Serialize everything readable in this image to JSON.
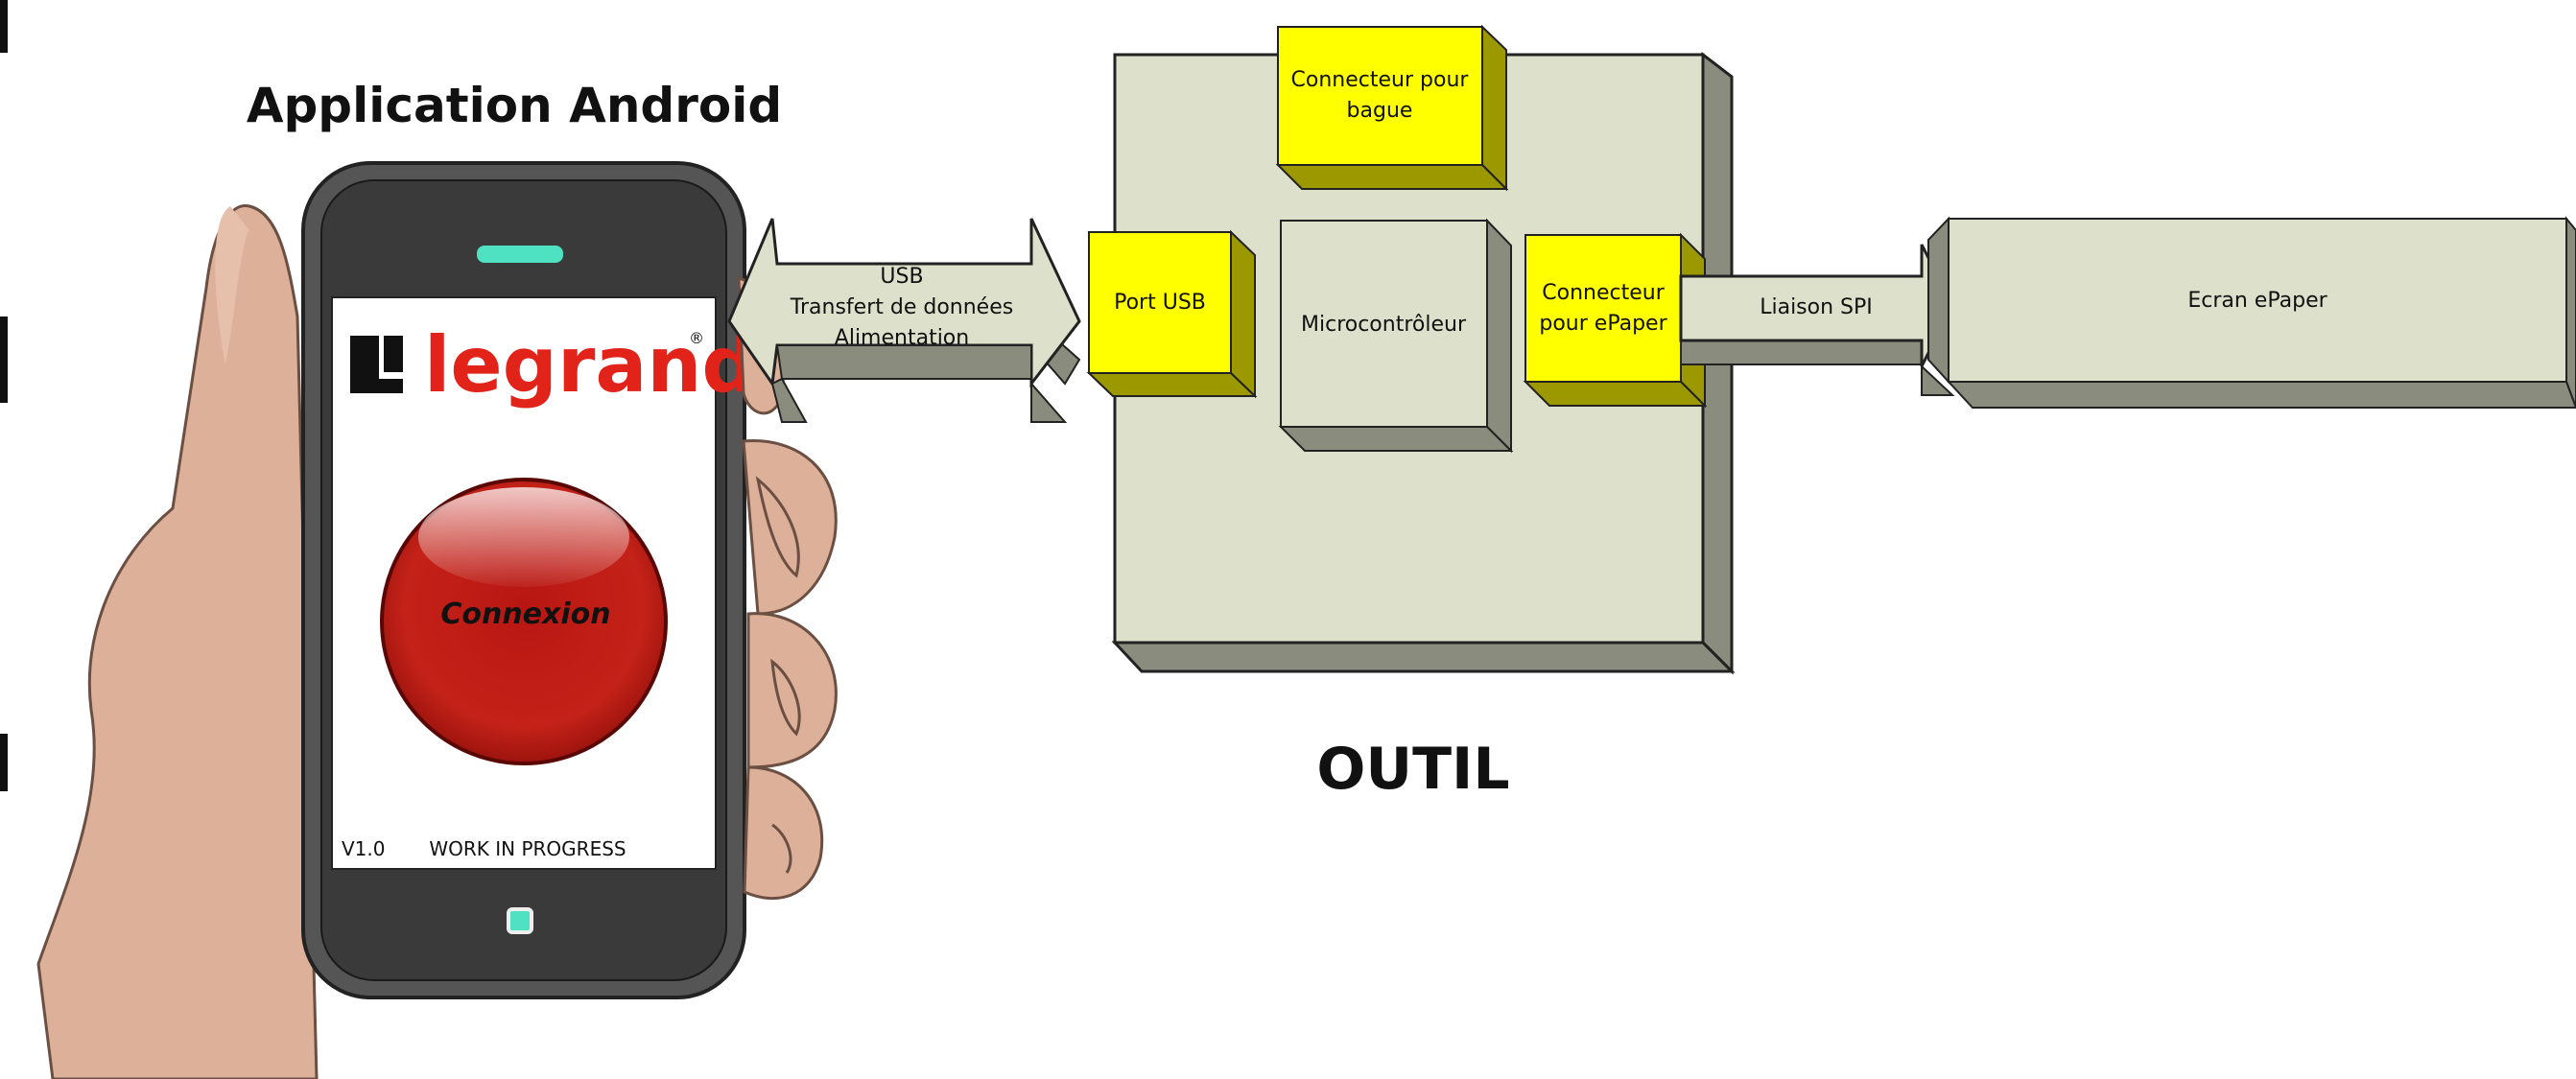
{
  "diagram": {
    "phone_title": "Application Android",
    "tool_title": "OUTIL",
    "phone": {
      "logo_text": "legrand",
      "logo_registered": "®",
      "button_label": "Connexion",
      "version": "V1.0",
      "status": "WORK IN PROGRESS"
    },
    "usb_arrow": {
      "line1": "USB",
      "line2": "Transfert de données",
      "line3": "Alimentation"
    },
    "blocks": {
      "ring_connector": {
        "line1": "Connecteur pour",
        "line2": "bague"
      },
      "usb_port": "Port USB",
      "microcontroller": "Microcontrôleur",
      "epaper_connector": {
        "line1": "Connecteur",
        "line2": "pour ePaper"
      },
      "epaper_screen": "Ecran ePaper"
    },
    "spi_arrow": "Liaison SPI"
  },
  "colors": {
    "box_face": "#dde1cb",
    "box_side": "#8a8c7d",
    "yellow": "#ffff00",
    "yellow_side": "#9c9800",
    "skin": "#ddb09a",
    "phone_frame": "#444444",
    "red_button": "#c9201d",
    "logo_red": "#e2231a"
  }
}
